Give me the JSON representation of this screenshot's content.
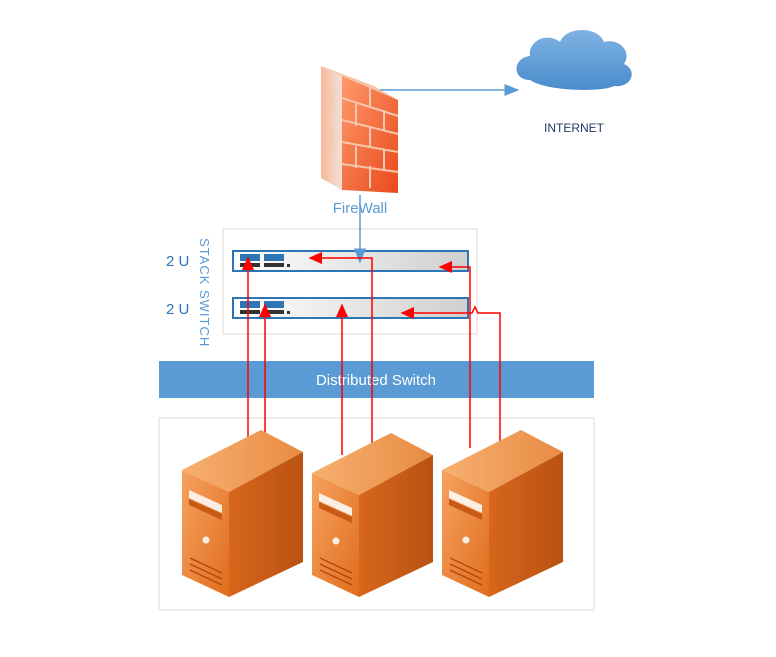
{
  "labels": {
    "internet": "INTERNET",
    "firewall": "FireWall",
    "switch_top_units": "2 U",
    "switch_bottom_units": "2 U",
    "stack_switch": "STACK SWITCH",
    "distributed_switch": "Distributed Switch"
  },
  "icons": [
    "cloud-icon",
    "firewall-icon",
    "switch-icon",
    "server-icon"
  ],
  "colors": {
    "cloud": "#5b9bd5",
    "firewall": "#f26522",
    "server": "#e8731f",
    "distributed_switch_bar": "#5b9bd5",
    "uplink_lines": "#ff0000",
    "firewall_link": "#5b9bd5"
  }
}
